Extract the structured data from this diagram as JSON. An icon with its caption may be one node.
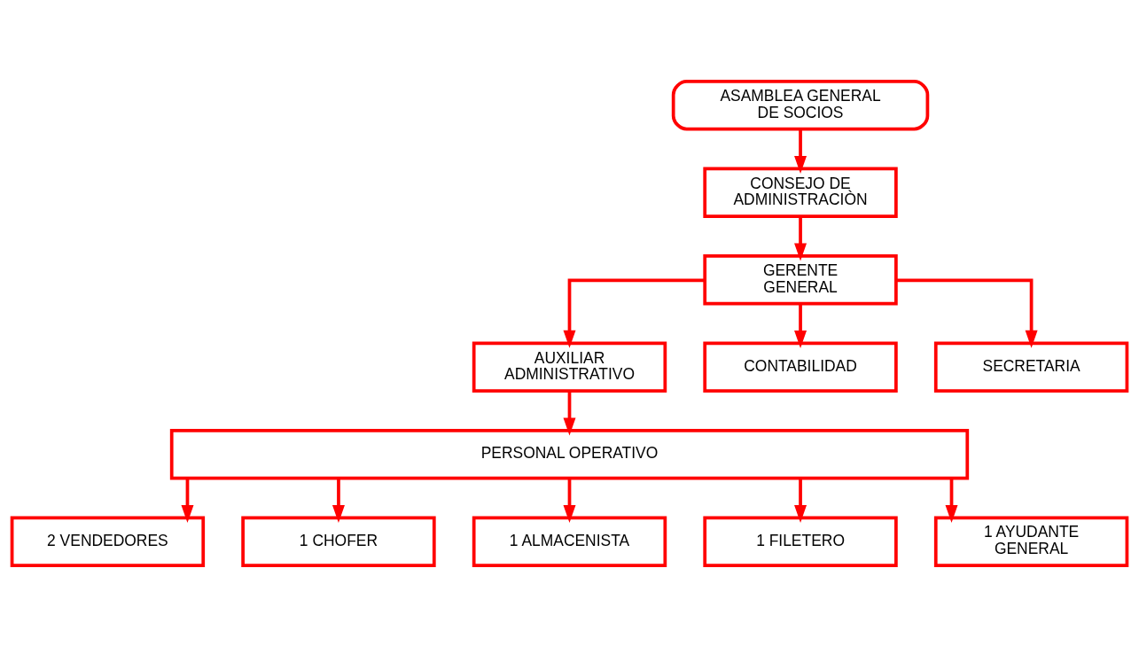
{
  "diagram": {
    "nodes": [
      {
        "text": [
          "ASAMBLEA GENERAL DE SOCIOS"
        ]
      },
      {
        "text": [
          "CONSEJO DE ADMINISTRACIÒN"
        ]
      },
      {
        "text": [
          "GERENTE GENERAL"
        ]
      },
      {
        "text": [
          "AUXILIAR ADMINISTRATIVO"
        ]
      },
      {
        "text": [
          "CONTABILIDAD"
        ]
      },
      {
        "text": [
          "SECRETARIA"
        ]
      },
      {
        "text": [
          "PERSONAL OPERATIVO"
        ]
      },
      {
        "text": [
          "2 VENDEDORES"
        ]
      },
      {
        "text": [
          "1 CHOFER"
        ]
      },
      {
        "text": [
          "1 ALMACENISTA"
        ]
      },
      {
        "text": [
          "1 FILETERO"
        ]
      },
      {
        "text": [
          "1 AYUDANTE GENERAL"
        ]
      }
    ],
    "edges": [
      {
        "from": 0,
        "to": 1,
        "arrow": "to"
      },
      {
        "from": 1,
        "to": 2,
        "arrow": "to"
      },
      {
        "from": 2,
        "to": 3,
        "arrow": "to"
      },
      {
        "from": 2,
        "to": 4,
        "arrow": "to"
      },
      {
        "from": 2,
        "to": 5,
        "arrow": "to"
      },
      {
        "from": 3,
        "to": 6,
        "arrow": "to"
      },
      {
        "from": 6,
        "to": 7,
        "arrow": "to"
      },
      {
        "from": 6,
        "to": 8,
        "arrow": "to"
      },
      {
        "from": 6,
        "to": 9,
        "arrow": "to"
      },
      {
        "from": 6,
        "to": 10,
        "arrow": "to"
      },
      {
        "from": 6,
        "to": 11,
        "arrow": "to"
      }
    ]
  }
}
